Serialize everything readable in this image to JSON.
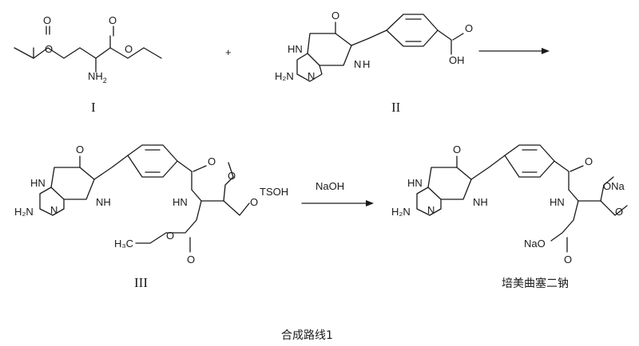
{
  "compound_I": {
    "roman": "I",
    "amine_label": "NH",
    "amine_sub": "2",
    "o1": "O",
    "o2": "O",
    "o3": "O",
    "o4": "O"
  },
  "plus_sign": "+",
  "compound_II": {
    "roman": "II",
    "o_carbonyl": "O",
    "hn": "HN",
    "n": "N",
    "h2n": "H₂N",
    "nh": "N",
    "nh_h": "H",
    "acid_o": "O",
    "oh": "OH"
  },
  "compound_III": {
    "roman": "III",
    "o_carbonyl": "O",
    "hn": "HN",
    "n": "N",
    "h2n": "H₂N",
    "nh": "NH",
    "amide_o": "O",
    "amide_hn": "HN",
    "ester1_o1": "O",
    "ester1_o2": "O",
    "ester2_o1": "O",
    "ester2_o2": "O",
    "h3c": "H₃C"
  },
  "reagents": {
    "acid": "TSOH",
    "base": "NaOH"
  },
  "product": {
    "name": "培美曲塞二钠",
    "o_carbonyl": "O",
    "hn": "HN",
    "n": "N",
    "h2n": "H₂N",
    "nh": "NH",
    "amide_o": "O",
    "amide_hn": "HN",
    "ona": "ONa",
    "o_upper": "O",
    "nao": "NaO",
    "o_lower": "O"
  },
  "caption": "合成路线1"
}
